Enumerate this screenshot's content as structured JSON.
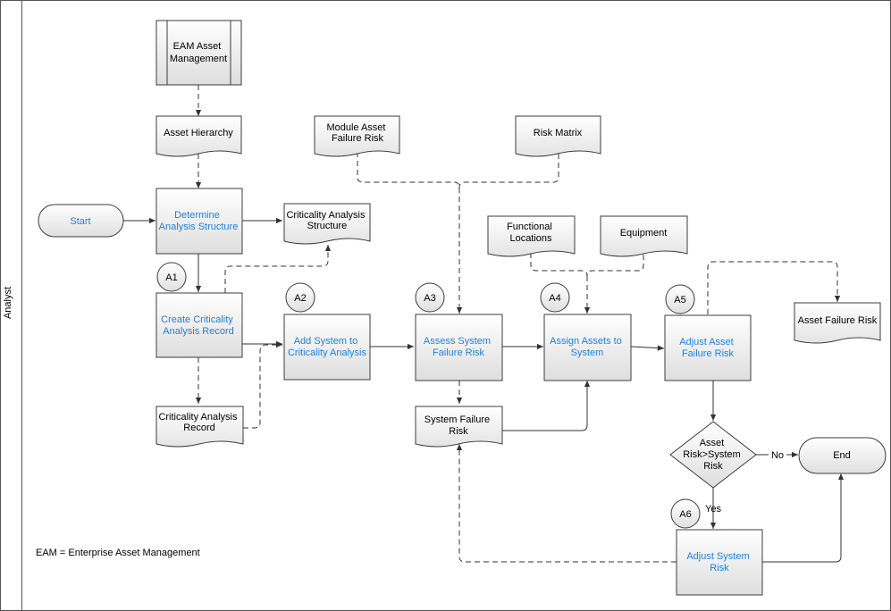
{
  "lane": {
    "label": "Analyst"
  },
  "footnote": "EAM = Enterprise Asset Management",
  "nodes": {
    "eam": [
      "EAM Asset",
      "Management"
    ],
    "asset_hierarchy": [
      "Asset Hierarchy"
    ],
    "start": "Start",
    "determine": [
      "Determine",
      "Analysis Structure"
    ],
    "criticality_structure": [
      "Criticality Analysis",
      "Structure"
    ],
    "create_record": [
      "Create Criticality",
      "Analysis Record"
    ],
    "criticality_record": [
      "Criticality Analysis",
      "Record"
    ],
    "add_system": [
      "Add System to",
      "Criticality Analysis"
    ],
    "module_risk": [
      "Module Asset",
      "Failure Risk"
    ],
    "risk_matrix": [
      "Risk Matrix"
    ],
    "assess": [
      "Assess System",
      "Failure Risk"
    ],
    "system_failure_risk": [
      "System Failure",
      "Risk"
    ],
    "functional_locations": [
      "Functional",
      "Locations"
    ],
    "equipment": [
      "Equipment"
    ],
    "assign": [
      "Assign Assets to",
      "System"
    ],
    "adjust_asset": [
      "Adjust Asset",
      "Failure Risk"
    ],
    "asset_failure_risk": [
      "Asset Failure Risk"
    ],
    "decision": [
      "Asset",
      "Risk>System",
      "Risk"
    ],
    "end": "End",
    "adjust_system": [
      "Adjust System",
      "Risk"
    ]
  },
  "markers": {
    "a1": "A1",
    "a2": "A2",
    "a3": "A3",
    "a4": "A4",
    "a5": "A5",
    "a6": "A6"
  },
  "edge_labels": {
    "no": "No",
    "yes": "Yes"
  },
  "colors": {
    "link_text": "#1f7fd6",
    "shape_fill_top": "#ffffff",
    "shape_fill_bottom": "#e6e6e6"
  }
}
